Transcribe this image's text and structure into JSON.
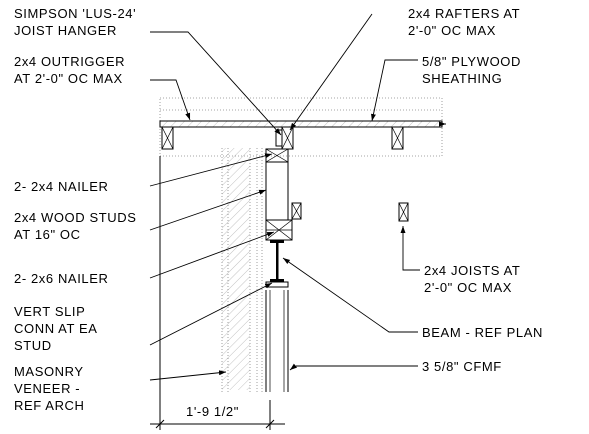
{
  "labels": {
    "joist_hanger": [
      "SIMPSON 'LUS-24'",
      "JOIST HANGER"
    ],
    "outrigger": [
      "2x4 OUTRIGGER",
      "AT 2'-0\" OC MAX"
    ],
    "rafters": [
      "2x4 RAFTERS AT",
      "2'-0\" OC MAX"
    ],
    "plywood": [
      "5/8\" PLYWOOD",
      "SHEATHING"
    ],
    "nailer_2x4": [
      "2- 2x4 NAILER"
    ],
    "wood_studs": [
      "2x4 WOOD STUDS",
      "AT 16\" OC"
    ],
    "nailer_2x6": [
      "2- 2x6 NAILER"
    ],
    "slip_conn": [
      "VERT SLIP",
      "CONN AT EA",
      "STUD"
    ],
    "masonry": [
      "MASONRY",
      "VENEER -",
      "REF ARCH"
    ],
    "joists": [
      "2x4 JOISTS AT",
      "2'-0\" OC MAX"
    ],
    "beam": [
      "BEAM - REF PLAN"
    ],
    "cfmf": [
      "3 5/8\" CFMF"
    ],
    "dimension": "1'-9 1/2\""
  }
}
